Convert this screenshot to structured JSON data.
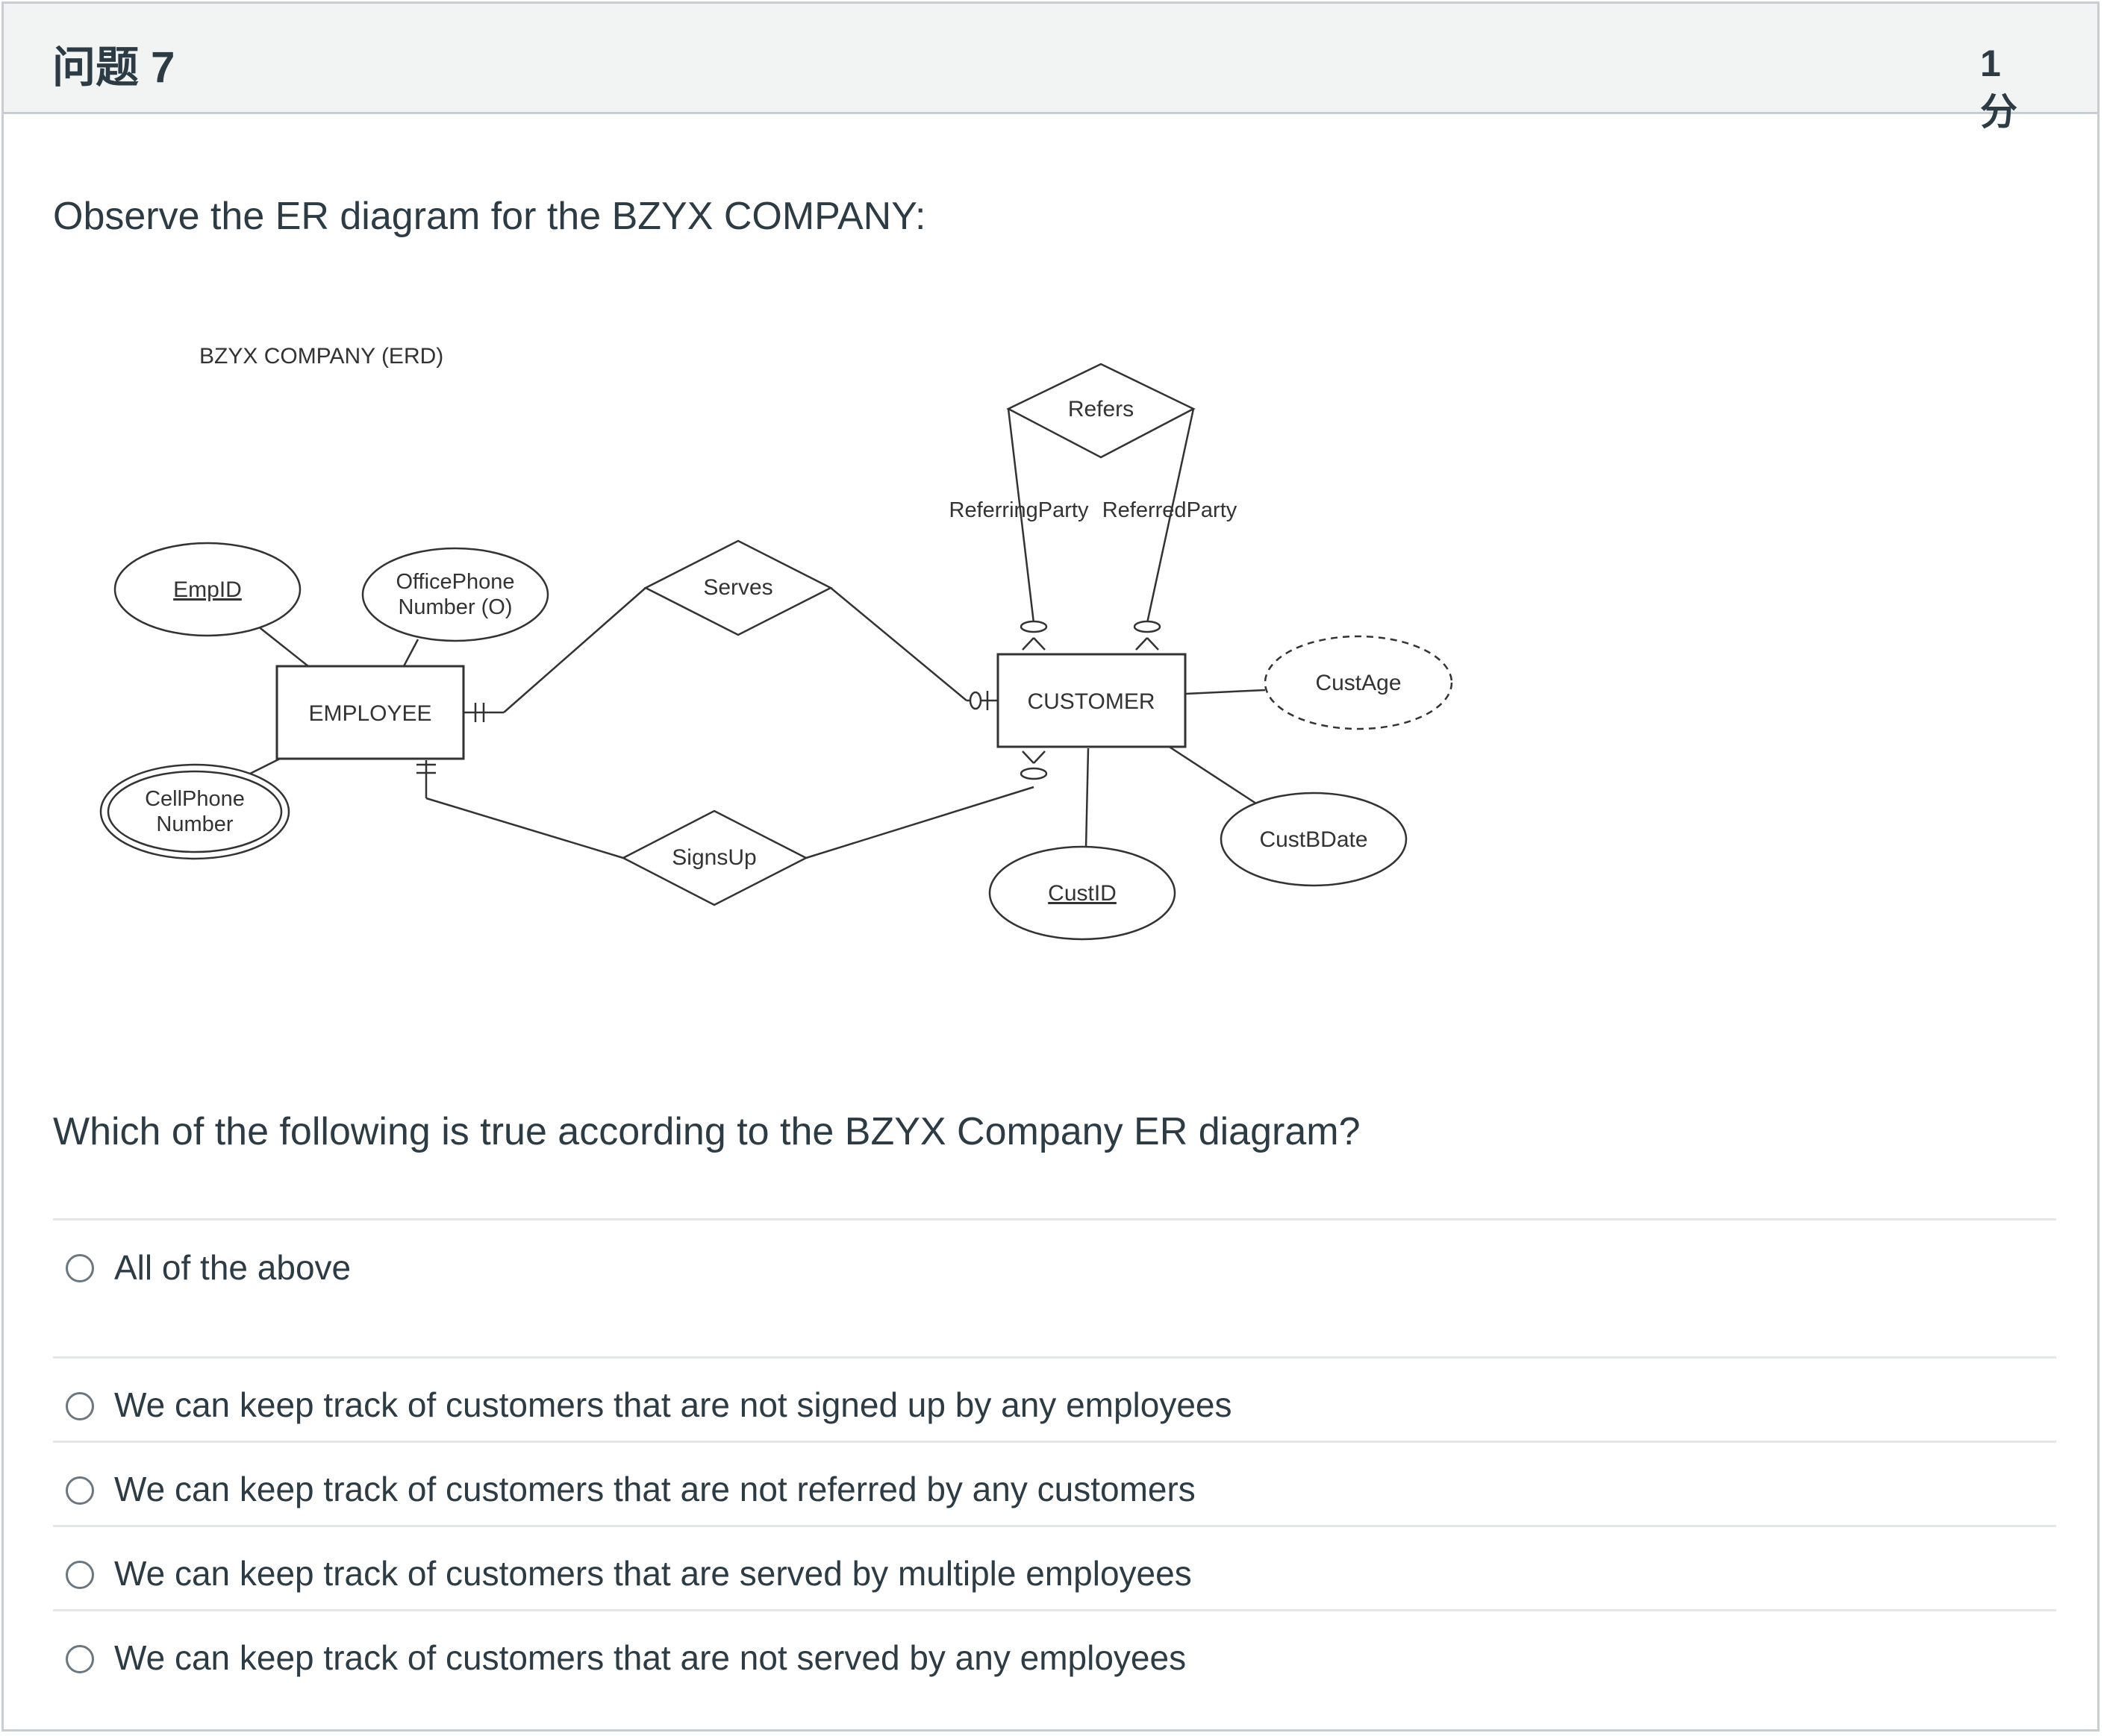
{
  "header": {
    "title": "问题 7",
    "points": "1 分"
  },
  "prompt": "Observe the ER diagram for the BZYX COMPANY:",
  "diagram": {
    "title": "BZYX COMPANY (ERD)",
    "entities": [
      "EMPLOYEE",
      "CUSTOMER"
    ],
    "relationships": [
      "Serves",
      "SignsUp",
      "Refers"
    ],
    "attributes": {
      "emp_id": "EmpID",
      "office_phone_line1": "OfficePhone",
      "office_phone_line2": "Number (O)",
      "cell_phone_line1": "CellPhone",
      "cell_phone_line2": "Number",
      "cust_age": "CustAge",
      "cust_bdate": "CustBDate",
      "cust_id": "CustID"
    },
    "roles": [
      "ReferringParty",
      "ReferredParty"
    ]
  },
  "question": "Which of the following is true according to the BZYX Company ER diagram?",
  "answers": [
    "All of the above",
    "We can keep track of customers that are not signed up by any employees",
    "We can keep track of customers that are not referred by any customers",
    "We can keep track of customers that are served by multiple employees",
    "We can keep track of customers that are not served by any employees"
  ]
}
